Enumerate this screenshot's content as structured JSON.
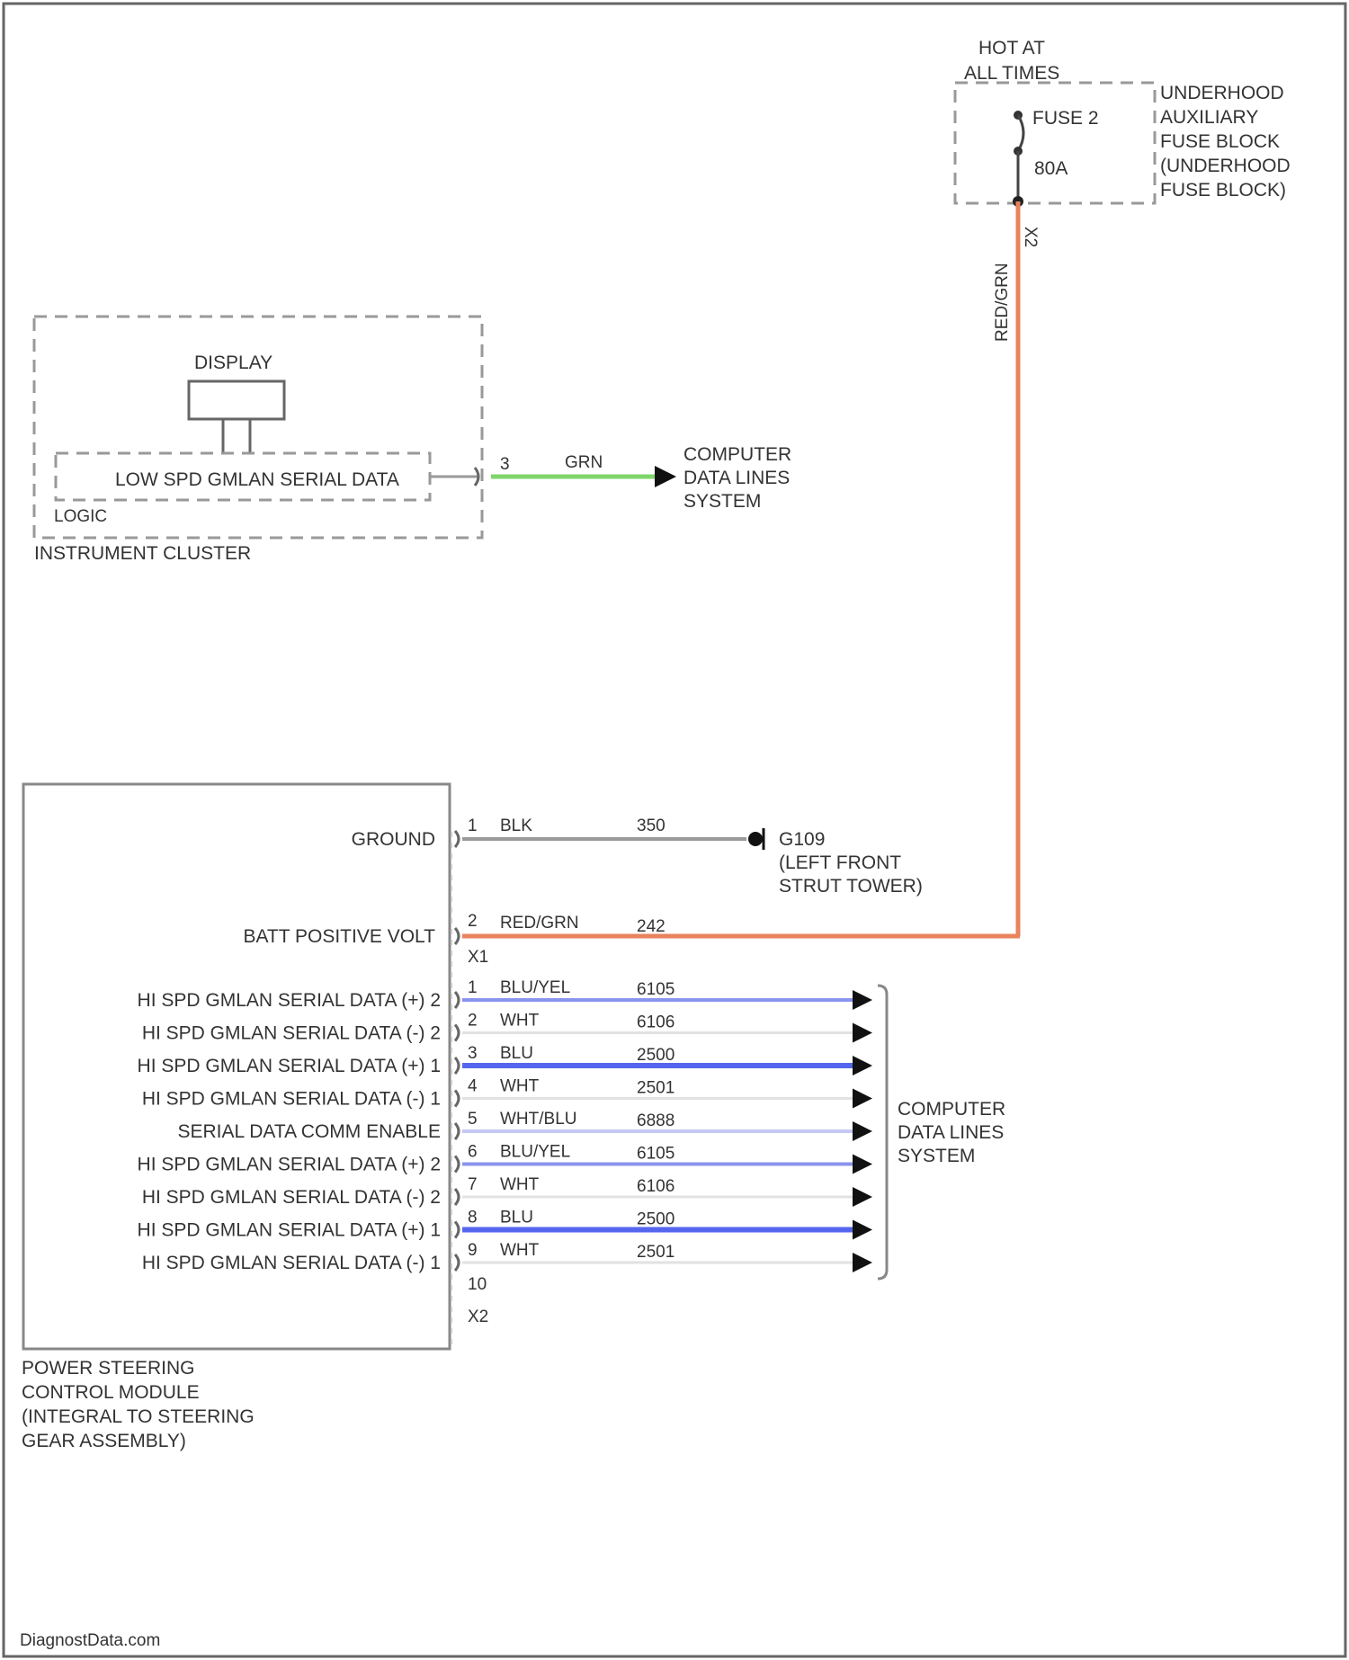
{
  "fuse_block": {
    "hot_line1": "HOT AT",
    "hot_line2": "ALL TIMES",
    "fuse_name": "FUSE 2",
    "fuse_rating": "80A",
    "block_name": [
      "UNDERHOOD",
      "AUXILIARY",
      "FUSE BLOCK",
      "(UNDERHOOD",
      "FUSE BLOCK)"
    ],
    "pin": "X2",
    "wire_color": "RED/GRN"
  },
  "cluster": {
    "display_label": "DISPLAY",
    "data_label": "LOW SPD GMLAN SERIAL DATA",
    "logic_label": "LOGIC",
    "module_label": "INSTRUMENT CLUSTER",
    "pin": "3",
    "wire_color": "GRN",
    "dest": [
      "COMPUTER",
      "DATA LINES",
      "SYSTEM"
    ]
  },
  "pscm": {
    "name": [
      "POWER STEERING",
      "CONTROL MODULE",
      "(INTEGRAL TO STEERING",
      "GEAR ASSEMBLY)"
    ],
    "ground": {
      "label": "GROUND",
      "pin": "1",
      "color": "BLK",
      "circuit": "350"
    },
    "ground_dest": [
      "G109",
      "(LEFT FRONT",
      "STRUT TOWER)"
    ],
    "batt": {
      "label": "BATT POSITIVE VOLT",
      "pin": "2",
      "color": "RED/GRN",
      "circuit": "242"
    },
    "connector_x1": "X1",
    "connector_x2": "X2",
    "spare_pin": "10",
    "data_dest": [
      "COMPUTER",
      "DATA LINES",
      "SYSTEM"
    ],
    "data_pins": [
      {
        "label": "HI SPD GMLAN SERIAL DATA (+) 2",
        "pin": "1",
        "color": "BLU/YEL",
        "circuit": "6105"
      },
      {
        "label": "HI SPD GMLAN SERIAL DATA (-) 2",
        "pin": "2",
        "color": "WHT",
        "circuit": "6106"
      },
      {
        "label": "HI SPD GMLAN SERIAL DATA (+) 1",
        "pin": "3",
        "color": "BLU",
        "circuit": "2500"
      },
      {
        "label": "HI SPD GMLAN SERIAL DATA (-) 1",
        "pin": "4",
        "color": "WHT",
        "circuit": "2501"
      },
      {
        "label": "SERIAL DATA COMM ENABLE",
        "pin": "5",
        "color": "WHT/BLU",
        "circuit": "6888"
      },
      {
        "label": "HI SPD GMLAN SERIAL DATA (+) 2",
        "pin": "6",
        "color": "BLU/YEL",
        "circuit": "6105"
      },
      {
        "label": "HI SPD GMLAN SERIAL DATA (-) 2",
        "pin": "7",
        "color": "WHT",
        "circuit": "6106"
      },
      {
        "label": "HI SPD GMLAN SERIAL DATA (+) 1",
        "pin": "8",
        "color": "BLU",
        "circuit": "2500"
      },
      {
        "label": "HI SPD GMLAN SERIAL DATA (-) 1",
        "pin": "9",
        "color": "WHT",
        "circuit": "2501"
      }
    ]
  },
  "colors": {
    "red_grn": "#e8835e",
    "grn": "#7fd66b",
    "blu": "#5566ee",
    "blu_yel": "#8a93ee",
    "wht": "#e2e2e2",
    "wht_blu": "#c4c8f2",
    "blk": "#999999"
  },
  "watermark": "DiagnostData.com"
}
